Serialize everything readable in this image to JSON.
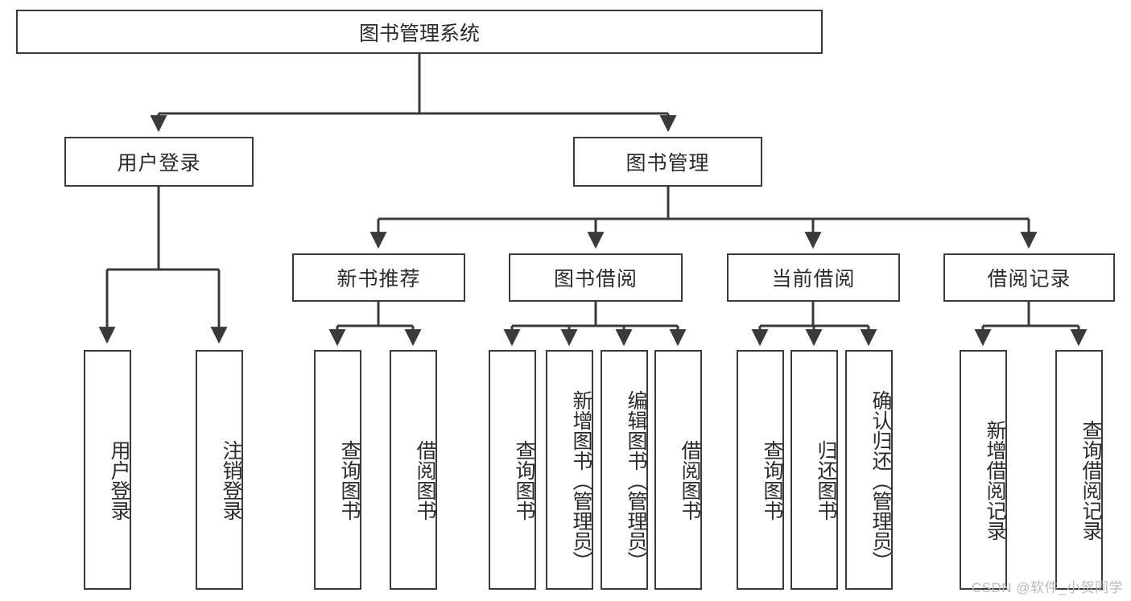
{
  "diagram": {
    "title": "图书管理系统",
    "type": "tree",
    "watermark": "CSDN @软件_小贺同学",
    "line_color": "#3a3a3a",
    "text_color": "#2b2b2b",
    "background": "#ffffff",
    "nodes": {
      "root": {
        "label": "图书管理系统"
      },
      "level2": [
        {
          "label": "用户登录"
        },
        {
          "label": "图书管理"
        }
      ],
      "level3": [
        {
          "label": "新书推荐"
        },
        {
          "label": "图书借阅"
        },
        {
          "label": "当前借阅"
        },
        {
          "label": "借阅记录"
        }
      ],
      "leaves": {
        "user_login": [
          {
            "label": "用户登录"
          },
          {
            "label": "注销登录"
          }
        ],
        "new_book": [
          {
            "label": "查询图书"
          },
          {
            "label": "借阅图书"
          }
        ],
        "book_borrow": [
          {
            "label": "查询图书"
          },
          {
            "label": "新增图书（管理员）"
          },
          {
            "label": "编辑图书（管理员）"
          },
          {
            "label": "借阅图书"
          }
        ],
        "current_borrow": [
          {
            "label": "查询图书"
          },
          {
            "label": "归还图书"
          },
          {
            "label": "确认归还（管理员）"
          }
        ],
        "borrow_record": [
          {
            "label": "新增借阅记录"
          },
          {
            "label": "查询借阅记录"
          }
        ]
      }
    }
  }
}
